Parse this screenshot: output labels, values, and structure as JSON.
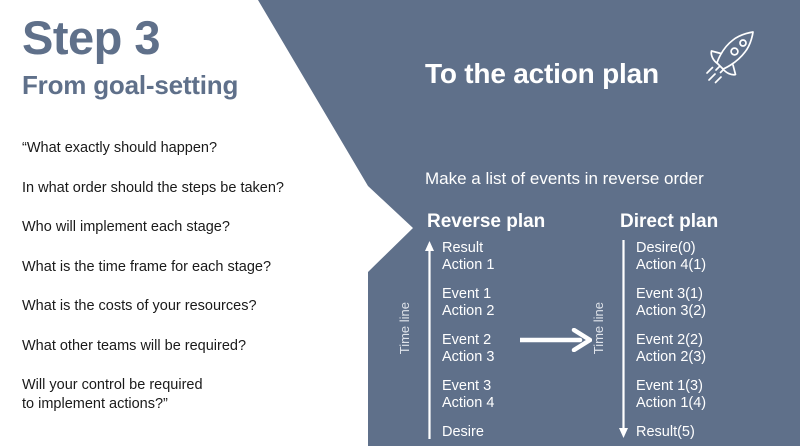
{
  "colors": {
    "panel_blue": "#5f708a",
    "heading_blue": "#5f708a",
    "white": "#ffffff",
    "body_text": "#1a1a1a",
    "timeline_label": "#dfe3ea"
  },
  "left": {
    "step_title": "Step 3",
    "step_subtitle": "From goal-setting",
    "questions": [
      "“What exactly should happen?",
      "In what order should the steps be taken?",
      "Who will implement each stage?",
      "What is the time frame for each stage?",
      "What is the costs of your resources?",
      "What other teams will be required?",
      "Will your control be required\nto implement actions?”"
    ]
  },
  "right": {
    "title": "To the action plan",
    "rocket_icon": "rocket-icon",
    "subtitle": "Make a list of events in reverse order",
    "mid_arrow_icon": "arrow-right-icon",
    "columns": [
      {
        "heading": "Reverse plan",
        "timeline_label": "Time line",
        "timeline_direction": "up",
        "blocks": [
          [
            "Result",
            "Action 1"
          ],
          [
            "Event 1",
            "Action 2"
          ],
          [
            "Event 2",
            "Action 3"
          ],
          [
            "Event 3",
            "Action 4"
          ],
          [
            "Desire"
          ]
        ]
      },
      {
        "heading": "Direct plan",
        "timeline_label": "Time line",
        "timeline_direction": "down",
        "blocks": [
          [
            "Desire(0)",
            "Action 4(1)"
          ],
          [
            "Event 3(1)",
            "Action 3(2)"
          ],
          [
            "Event 2(2)",
            "Action 2(3)"
          ],
          [
            "Event 1(3)",
            "Action 1(4)"
          ],
          [
            "Result(5)"
          ]
        ]
      }
    ]
  }
}
